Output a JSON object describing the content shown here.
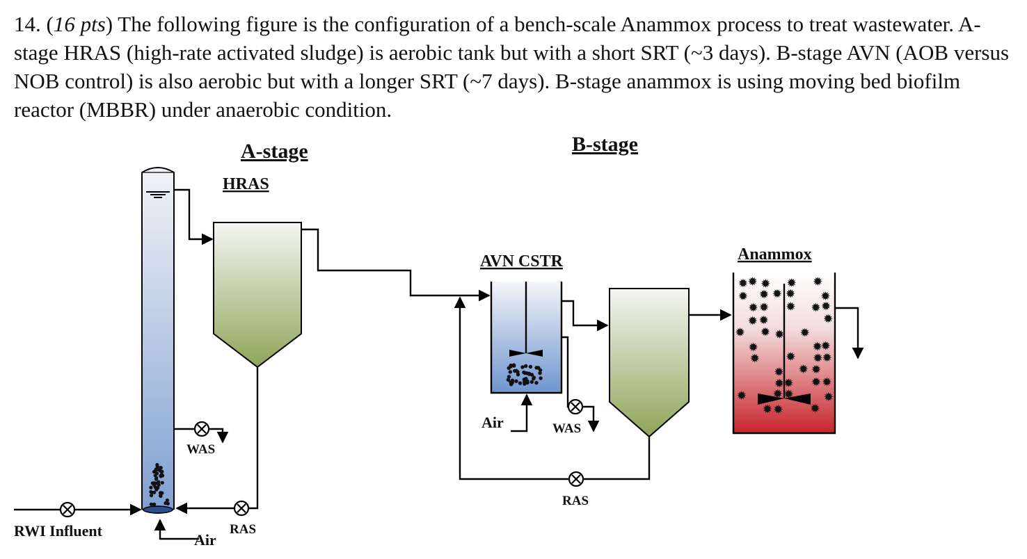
{
  "question": {
    "number": "14.",
    "points": "16 pts",
    "text": "The following figure is the configuration of a bench-scale Anammox process to treat wastewater. A-stage HRAS (high-rate activated sludge) is aerobic tank but with a short SRT (~3 days). B-stage AVN (AOB versus NOB control) is also aerobic but with a longer SRT (~7 days). B-stage anammox is using moving bed biofilm reactor (MBBR) under anaerobic condition."
  },
  "diagram": {
    "a_stage": "A-stage",
    "b_stage": "B-stage",
    "hras": "HRAS",
    "avn_cstr": "AVN CSTR",
    "anammox": "Anammox",
    "was_a": "WAS",
    "was_b": "WAS",
    "ras_a": "RAS",
    "ras_b": "RAS",
    "air_a": "Air",
    "air_b": "Air",
    "influent": "RWI Influent"
  },
  "colors": {
    "column_top": "#f2f3f6",
    "column_bottom": "#7f9fd1",
    "clarifier_top": "#f4f5f2",
    "clarifier_bottom": "#8fa55a",
    "cstr_bottom": "#6f95cf",
    "anammox_bottom": "#c8232b"
  }
}
